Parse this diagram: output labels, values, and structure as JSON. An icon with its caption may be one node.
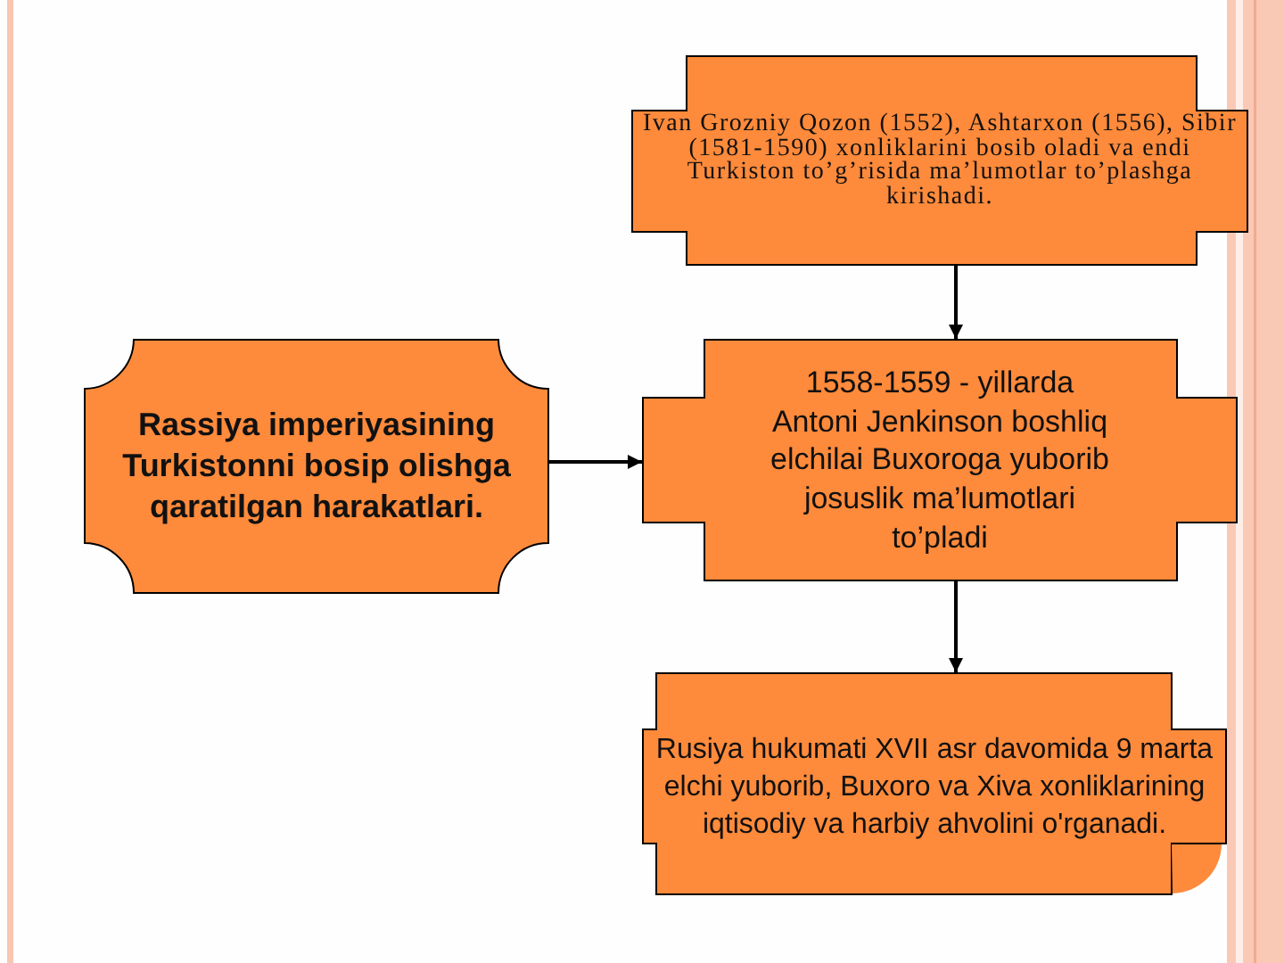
{
  "diagram": {
    "nodes": [
      {
        "text": [
          "Ivan Grozniy Qozon (1552), Ashtarxon (1556), Sibir (1581-1590) xonliklarini bosib oladi va endi Turkiston to’g’risida ma’lumotlar to’plashga kirishadi."
        ]
      },
      {
        "text": [
          "Rassiya imperiyasining Turkistonni bosip olishga qaratilgan harakatlari."
        ]
      },
      {
        "text": [
          "1558-1559 - yillarda Antoni Jenkinson boshliq elchilai Buxoroga yuborib josuslik ma’lumotlari to’pladi"
        ]
      },
      {
        "text": [
          "Rusiya hukumati XVII asr davomida 9 marta elchi yuborib, Buxoro va Xiva xonliklarining iqtisodiy va harbiy ahvolini o'rganadi."
        ]
      }
    ],
    "edges": [
      {
        "from": 0,
        "to": 2,
        "arrow": "to"
      },
      {
        "from": 1,
        "to": 2,
        "arrow": "to"
      },
      {
        "from": 2,
        "to": 3,
        "arrow": "to"
      }
    ]
  }
}
